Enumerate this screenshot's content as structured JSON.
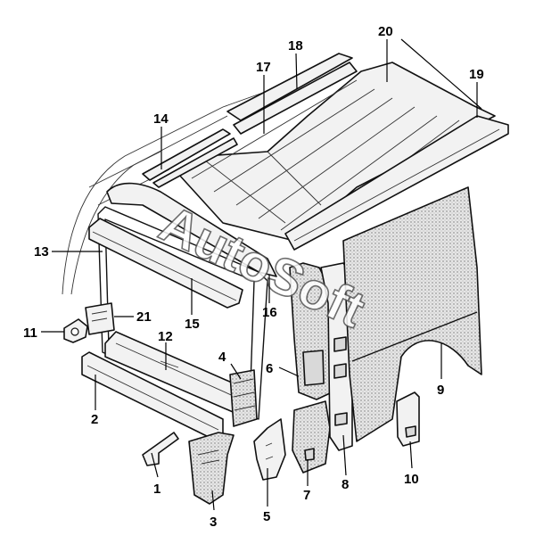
{
  "watermark": "AutoSoft",
  "callouts": [
    {
      "id": "1",
      "label": "1"
    },
    {
      "id": "2",
      "label": "2"
    },
    {
      "id": "3",
      "label": "3"
    },
    {
      "id": "4",
      "label": "4"
    },
    {
      "id": "5",
      "label": "5"
    },
    {
      "id": "6",
      "label": "6"
    },
    {
      "id": "7",
      "label": "7"
    },
    {
      "id": "8",
      "label": "8"
    },
    {
      "id": "9",
      "label": "9"
    },
    {
      "id": "10",
      "label": "10"
    },
    {
      "id": "11",
      "label": "11"
    },
    {
      "id": "12",
      "label": "12"
    },
    {
      "id": "13",
      "label": "13"
    },
    {
      "id": "14",
      "label": "14"
    },
    {
      "id": "15",
      "label": "15"
    },
    {
      "id": "16",
      "label": "16"
    },
    {
      "id": "17",
      "label": "17"
    },
    {
      "id": "18",
      "label": "18"
    },
    {
      "id": "19",
      "label": "19"
    },
    {
      "id": "20",
      "label": "20"
    },
    {
      "id": "21",
      "label": "21"
    }
  ]
}
